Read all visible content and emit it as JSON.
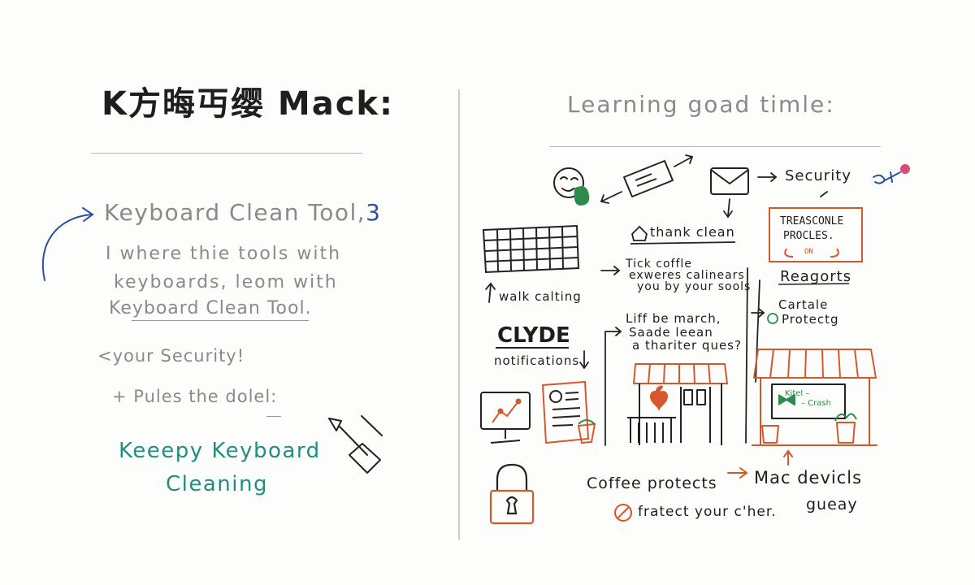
{
  "left": {
    "title": "K方晦丏缨  Mack:",
    "tool_heading": "Keyboard  Clean Tool,",
    "tool_heading_suffix": "3",
    "description": [
      "I where thie tools with",
      "keyboards, leom with",
      "Keyboard Clean Tool."
    ],
    "security": "<your Security!",
    "pules": "+ Pules the dolel:",
    "keep": "Keeepy  Keyboard",
    "cleaning": "Cleaning"
  },
  "right": {
    "title": "Learning  goad  timle:",
    "security_label": "Security",
    "thank_clean": "thank clean",
    "tick_lines": [
      "Tick coffle",
      "exweres calinears",
      "you by your sools"
    ],
    "walk": "walk calting",
    "clyde": "CLYDE",
    "notifications": "notifications",
    "liff_lines": [
      "Liff be march,",
      "Saade leean",
      "a thariter ques?"
    ],
    "box_lines": [
      "TREASCONLE",
      "PROCLES.",
      "ON"
    ],
    "reagorts": "Reagorts",
    "cartale": "Cartale",
    "protectg": "Protectg",
    "shop_sign": [
      "Kitel –",
      "– Crash"
    ],
    "coffee_protects": "Coffee protects",
    "mac_devicls": "Mac devicls",
    "gueay": "gueay",
    "fratect": "fratect your c'her."
  },
  "colors": {
    "ink": "#1e1e1e",
    "grey": "#8a8a8a",
    "teal": "#1f8f7e",
    "orange": "#d4582b",
    "green": "#2e8b4e",
    "blue": "#2d4f9e"
  }
}
